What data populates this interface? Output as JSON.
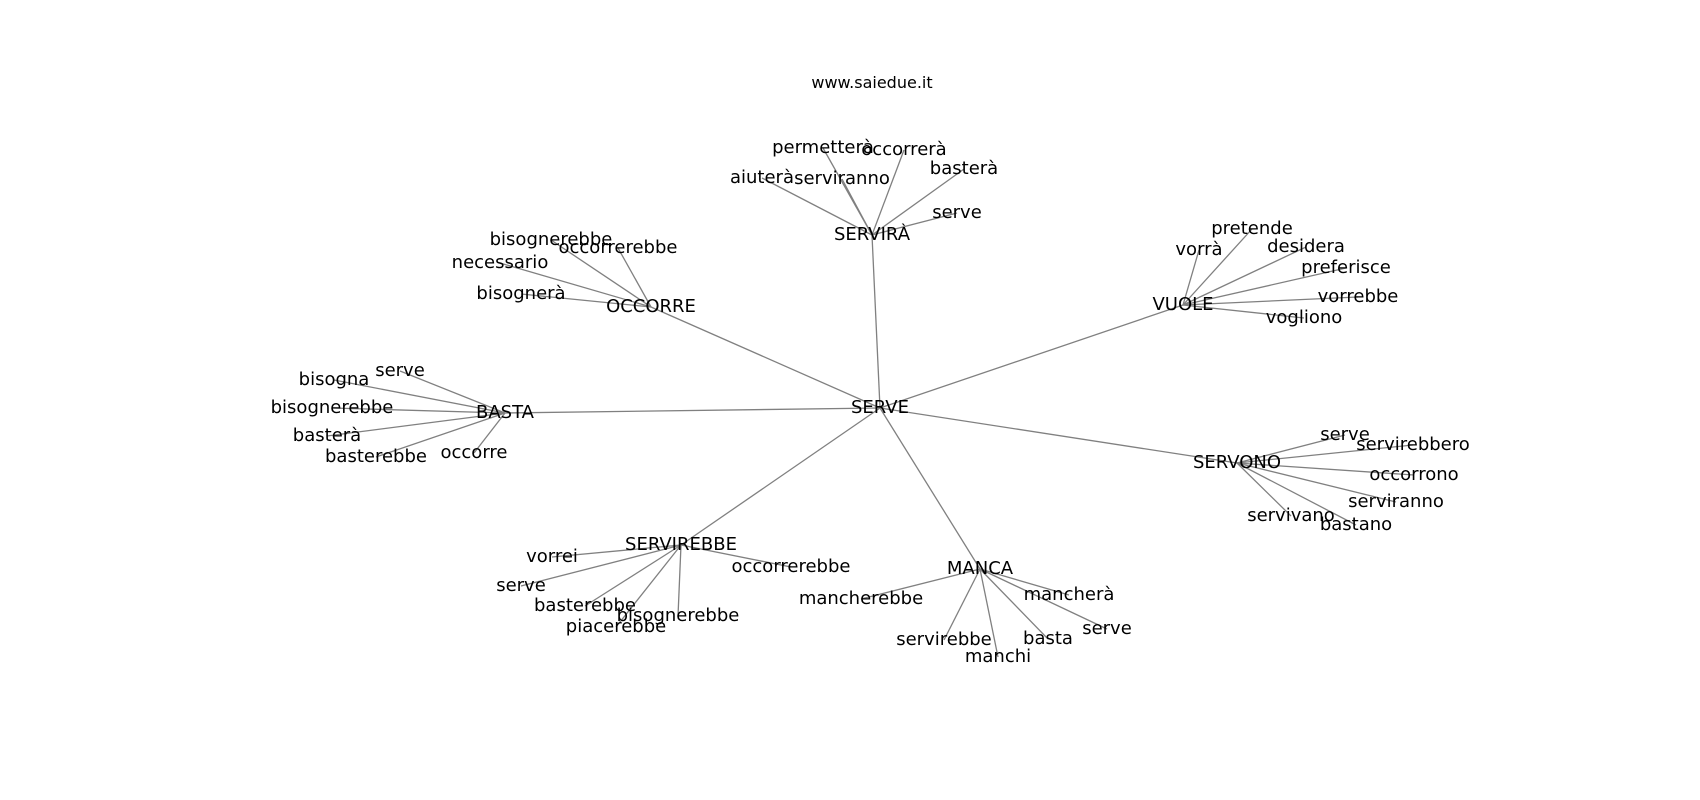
{
  "title": "www.saiedue.it",
  "root": "SERVE",
  "groups": [
    {
      "hub": "SERVIRÀ",
      "leaves": [
        "permetterà",
        "occorrerà",
        "aiuterà",
        "serviranno",
        "basterà",
        "serve"
      ]
    },
    {
      "hub": "VUOLE",
      "leaves": [
        "pretende",
        "vorrà",
        "desidera",
        "preferisce",
        "vorrebbe",
        "vogliono"
      ]
    },
    {
      "hub": "OCCORRE",
      "leaves": [
        "bisognerebbe",
        "occorrerebbe",
        "necessario",
        "bisognerà"
      ]
    },
    {
      "hub": "BASTA",
      "leaves": [
        "serve",
        "bisogna",
        "bisognerebbe",
        "basterà",
        "basterebbe",
        "occorre"
      ]
    },
    {
      "hub": "SERVONO",
      "leaves": [
        "serve",
        "servirebbero",
        "occorrono",
        "serviranno",
        "servivano",
        "bastano"
      ]
    },
    {
      "hub": "SERVIREBBE",
      "leaves": [
        "vorrei",
        "occorrerebbe",
        "serve",
        "basterebbe",
        "bisognerebbe",
        "piacerebbe"
      ]
    },
    {
      "hub": "MANCA",
      "leaves": [
        "mancherebbe",
        "mancherà",
        "serve",
        "servirebbe",
        "basta",
        "manchi"
      ]
    }
  ]
}
